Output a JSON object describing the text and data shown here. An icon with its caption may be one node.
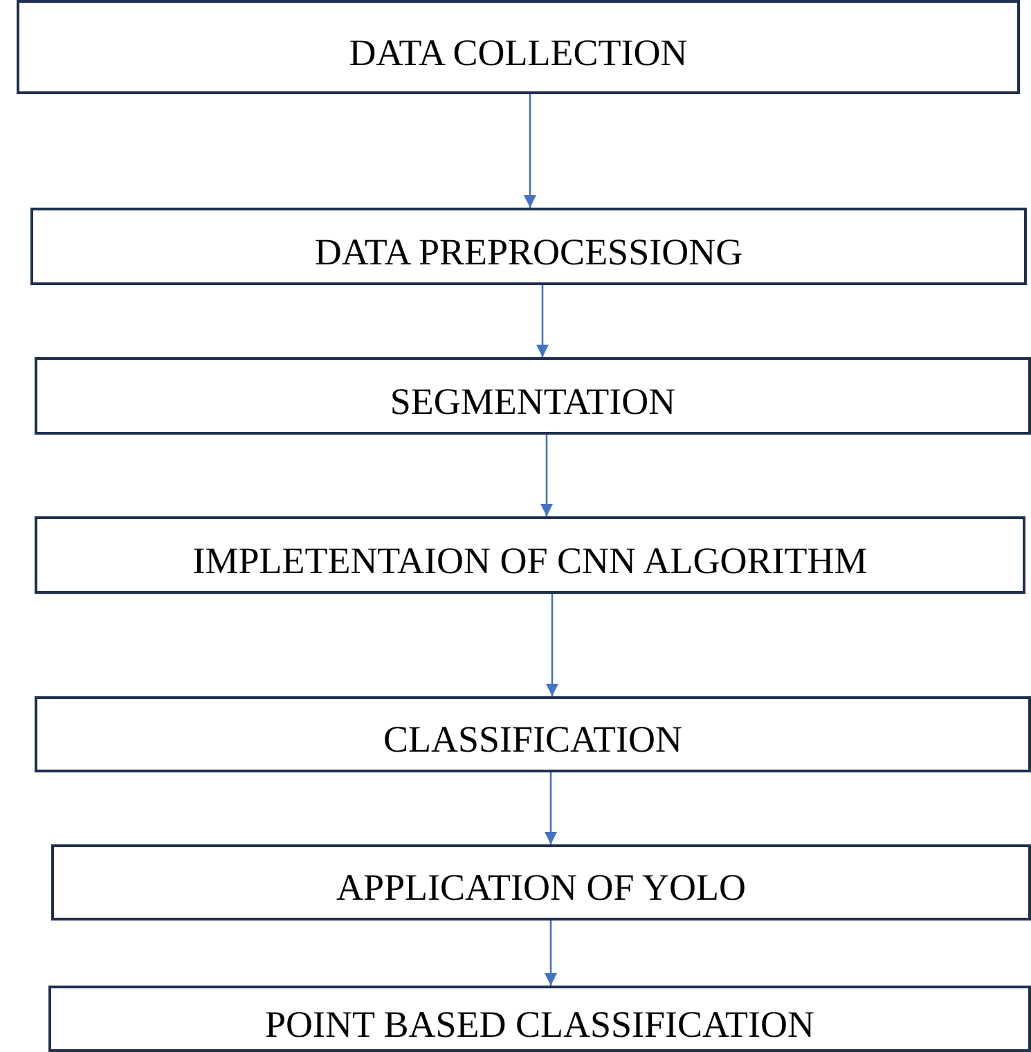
{
  "diagram": {
    "nodes": [
      {
        "text": [
          "DATA COLLECTION"
        ]
      },
      {
        "text": [
          "DATA PREPROCESSIONG"
        ]
      },
      {
        "text": [
          "SEGMENTATION"
        ]
      },
      {
        "text": [
          "IMPLETENTAION OF CNN ALGORITHM"
        ]
      },
      {
        "text": [
          "CLASSIFICATION"
        ]
      },
      {
        "text": [
          "APPLICATION OF YOLO"
        ]
      },
      {
        "text": [
          "POINT BASED CLASSIFICATION"
        ]
      }
    ],
    "edges": [
      {
        "from": 0,
        "to": 1,
        "arrow": "to"
      },
      {
        "from": 1,
        "to": 2,
        "arrow": "to"
      },
      {
        "from": 2,
        "to": 3,
        "arrow": "to"
      },
      {
        "from": 3,
        "to": 4,
        "arrow": "to"
      },
      {
        "from": 4,
        "to": 5,
        "arrow": "to"
      },
      {
        "from": 5,
        "to": 6,
        "arrow": "to"
      }
    ]
  }
}
